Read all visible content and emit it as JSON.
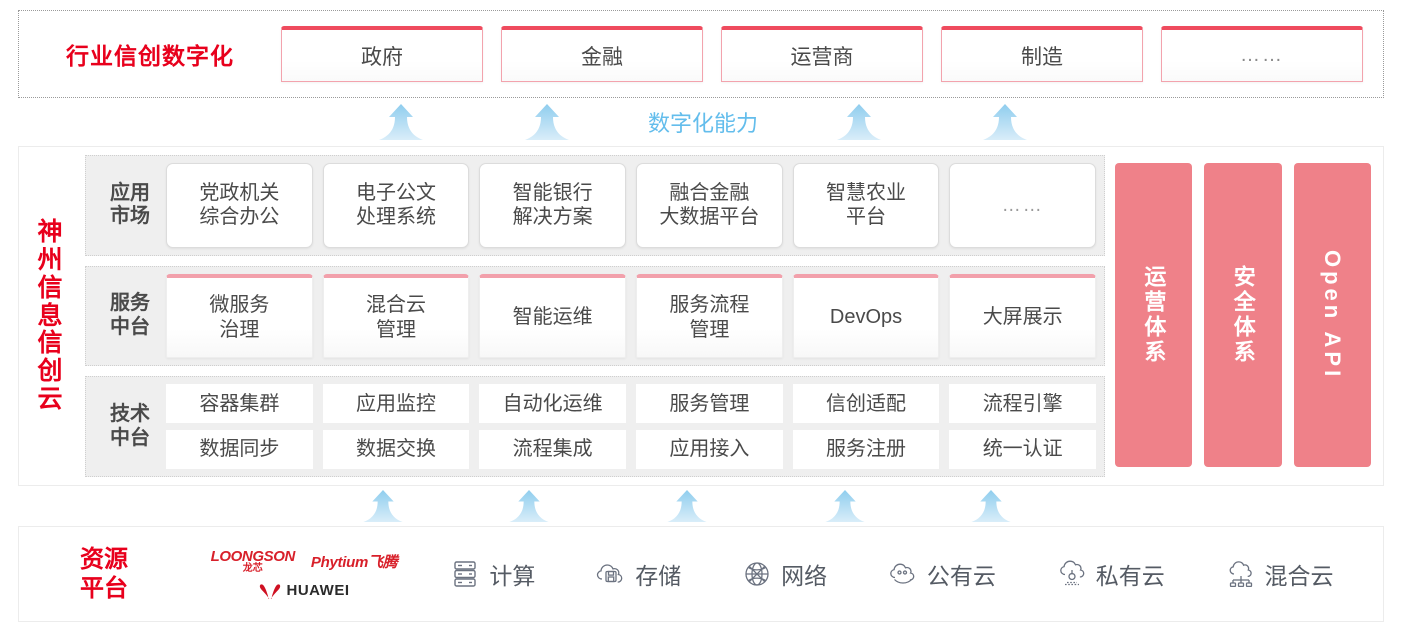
{
  "industry": {
    "title": "行业信创数字化",
    "cards": [
      {
        "label": "政府"
      },
      {
        "label": "金融"
      },
      {
        "label": "运营商"
      },
      {
        "label": "制造"
      },
      {
        "label": "……"
      }
    ]
  },
  "capability": {
    "label": "数字化能力",
    "arrow_count_top": 4,
    "arrow_count_bottom": 5,
    "arrow_color": "#bfe2f5"
  },
  "cloud": {
    "title": "神州信息信创云",
    "title_chars": [
      "神",
      "州",
      "信",
      "息",
      "信",
      "创",
      "云"
    ],
    "layers": [
      {
        "label": "应用市场",
        "label_lines": [
          "应用",
          "市场"
        ],
        "style": "app",
        "cards": [
          {
            "label": "党政机关\n综合办公"
          },
          {
            "label": "电子公文\n处理系统"
          },
          {
            "label": "智能银行\n解决方案"
          },
          {
            "label": "融合金融\n大数据平台"
          },
          {
            "label": "智慧农业\n平台"
          },
          {
            "label": "……"
          }
        ]
      },
      {
        "label": "服务中台",
        "label_lines": [
          "服务",
          "中台"
        ],
        "style": "service",
        "cards": [
          {
            "label": "微服务\n治理"
          },
          {
            "label": "混合云\n管理"
          },
          {
            "label": "智能运维"
          },
          {
            "label": "服务流程\n管理"
          },
          {
            "label": "DevOps"
          },
          {
            "label": "大屏展示"
          }
        ]
      },
      {
        "label": "技术中台",
        "label_lines": [
          "技术",
          "中台"
        ],
        "style": "tech",
        "rows": [
          [
            {
              "label": "容器集群"
            },
            {
              "label": "应用监控"
            },
            {
              "label": "自动化运维"
            },
            {
              "label": "服务管理"
            },
            {
              "label": "信创适配"
            },
            {
              "label": "流程引擎"
            }
          ],
          [
            {
              "label": "数据同步"
            },
            {
              "label": "数据交换"
            },
            {
              "label": "流程集成"
            },
            {
              "label": "应用接入"
            },
            {
              "label": "服务注册"
            },
            {
              "label": "统一认证"
            }
          ]
        ]
      }
    ],
    "pillars": [
      {
        "label": "运营体系",
        "latin": false
      },
      {
        "label": "安全体系",
        "latin": false
      },
      {
        "label": "Open API",
        "latin": true
      }
    ],
    "pillar_color": "#ef8189"
  },
  "resource": {
    "title": "资源平台",
    "title_lines": [
      "资源",
      "平台"
    ],
    "vendors": [
      {
        "name": "LOONGSON",
        "name_cn": "龙芯",
        "icon": "loongson-logo"
      },
      {
        "name": "Phytium飞腾",
        "icon": "phytium-logo"
      },
      {
        "name": "HUAWEI",
        "icon": "huawei-logo"
      }
    ],
    "items": [
      {
        "label": "计算",
        "icon": "server-icon"
      },
      {
        "label": "存储",
        "icon": "storage-cloud-icon"
      },
      {
        "label": "网络",
        "icon": "network-globe-icon"
      },
      {
        "label": "公有云",
        "icon": "public-cloud-icon"
      },
      {
        "label": "私有云",
        "icon": "private-cloud-icon"
      },
      {
        "label": "混合云",
        "icon": "hybrid-cloud-icon"
      }
    ]
  },
  "colors": {
    "brand_red": "#e8001c",
    "card_accent": "#ef4b5e",
    "service_accent": "#f2a0ab",
    "pillar": "#ef8189",
    "capability_blue": "#63bdec",
    "layer_bg": "#efefef"
  }
}
